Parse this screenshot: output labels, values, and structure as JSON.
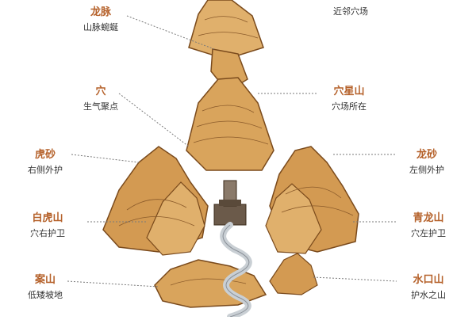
{
  "labels": {
    "top_right_sub": "近邻穴场",
    "longmai": {
      "title": "龙脉",
      "sub": "山脉蜿蜒"
    },
    "xue": {
      "title": "穴",
      "sub": "生气聚点"
    },
    "huyasha": {
      "title": "虎砂",
      "sub": "右侧外护"
    },
    "baihushan": {
      "title": "白虎山",
      "sub": "穴右护卫"
    },
    "anshan": {
      "title": "案山",
      "sub": "低矮坡地"
    },
    "xuexingshan": {
      "title": "穴星山",
      "sub": "穴场所在"
    },
    "longsha": {
      "title": "龙砂",
      "sub": "左侧外护"
    },
    "qinglongshan": {
      "title": "青龙山",
      "sub": "穴左护卫"
    },
    "shuikoushan": {
      "title": "水口山",
      "sub": "护水之山"
    }
  },
  "colors": {
    "label_title": "#b5612a",
    "mountain_fill": "#d9a45c",
    "mountain_light": "#ecc688",
    "mountain_line": "#7a4a1c",
    "river": "#c9cfd4"
  }
}
